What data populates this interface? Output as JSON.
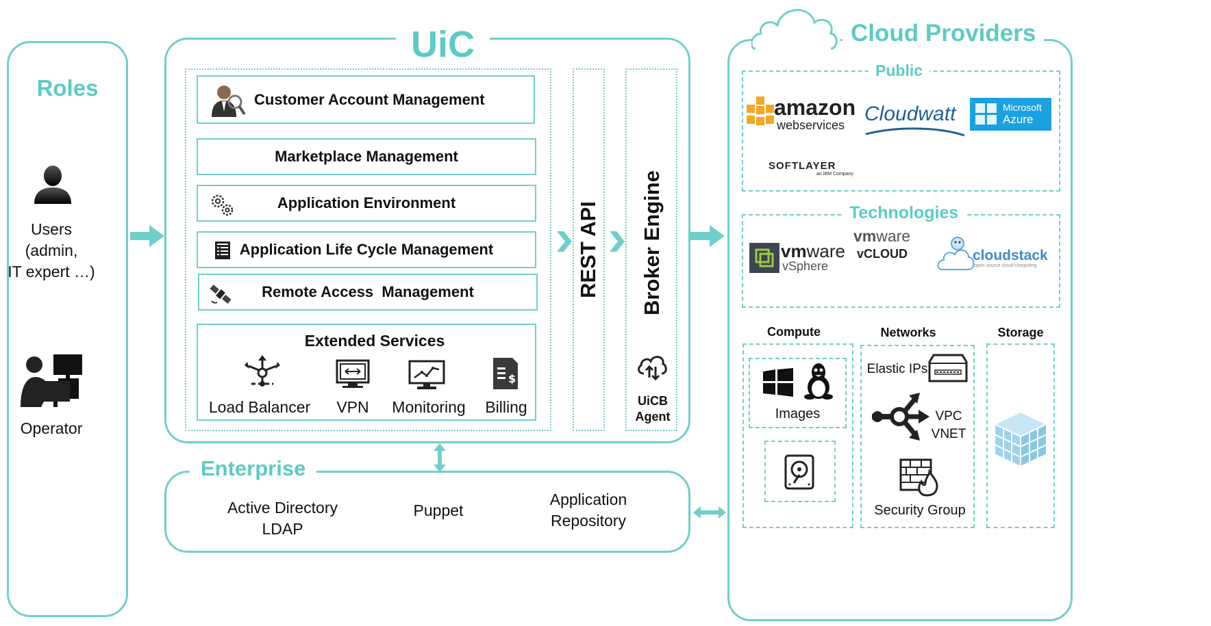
{
  "roles": {
    "title": "Roles",
    "users_label_line1": "Users",
    "users_label_line2": "(admin,",
    "users_label_line3": "IT expert …)",
    "operator_label": "Operator"
  },
  "uic": {
    "title": "UiC",
    "modules": [
      {
        "label": "Customer Account Management",
        "icon": "user-search-icon"
      },
      {
        "label": "Marketplace Management"
      },
      {
        "label": "Application Environment",
        "icon": "gears-icon"
      },
      {
        "label": "Application Life Cycle Management",
        "icon": "list-icon"
      },
      {
        "label": "Remote Access  Management",
        "icon": "satellite-icon"
      }
    ],
    "extended": {
      "title": "Extended Services",
      "items": [
        {
          "label": "Load Balancer",
          "icon": "load-balancer-icon"
        },
        {
          "label": "VPN",
          "icon": "vpn-icon"
        },
        {
          "label": "Monitoring",
          "icon": "monitoring-icon"
        },
        {
          "label": "Billing",
          "icon": "billing-icon"
        }
      ]
    },
    "rest_api": "REST API",
    "broker_engine": "Broker Engine",
    "agent_line1": "UiCB",
    "agent_line2": "Agent"
  },
  "enterprise": {
    "title": "Enterprise",
    "ad_line1": "Active Directory",
    "ad_line2": "LDAP",
    "puppet": "Puppet",
    "repo_line1": "Application",
    "repo_line2": "Repository"
  },
  "cloud": {
    "title": "Cloud Providers",
    "public_title": "Public",
    "public_logos": {
      "amazon_main": "amazon",
      "amazon_sub": "webservices",
      "cloudwatt_a": "Cloud",
      "cloudwatt_b": "watt",
      "azure_a": "Microsoft",
      "azure_b": "Azure",
      "softlayer_main": "SOFTLAYER",
      "softlayer_sub": "an IBM Company"
    },
    "tech_title": "Technologies",
    "tech_logos": {
      "vm_a": "vm",
      "vm_b": "ware",
      "vsphere": "vSphere",
      "vcloud": "vCLOUD",
      "cloudstack": "cloudstack",
      "cloudstack_sub": "open source cloud computing"
    },
    "compute_title": "Compute",
    "networks_title": "Networks",
    "storage_title": "Storage",
    "images_label": "Images",
    "elastic_ips": "Elastic IPs",
    "vpc": "VPC",
    "vnet": "VNET",
    "security_group": "Security Group"
  },
  "colors": {
    "accent": "#5ccac6",
    "frame": "#6fcfcb"
  }
}
